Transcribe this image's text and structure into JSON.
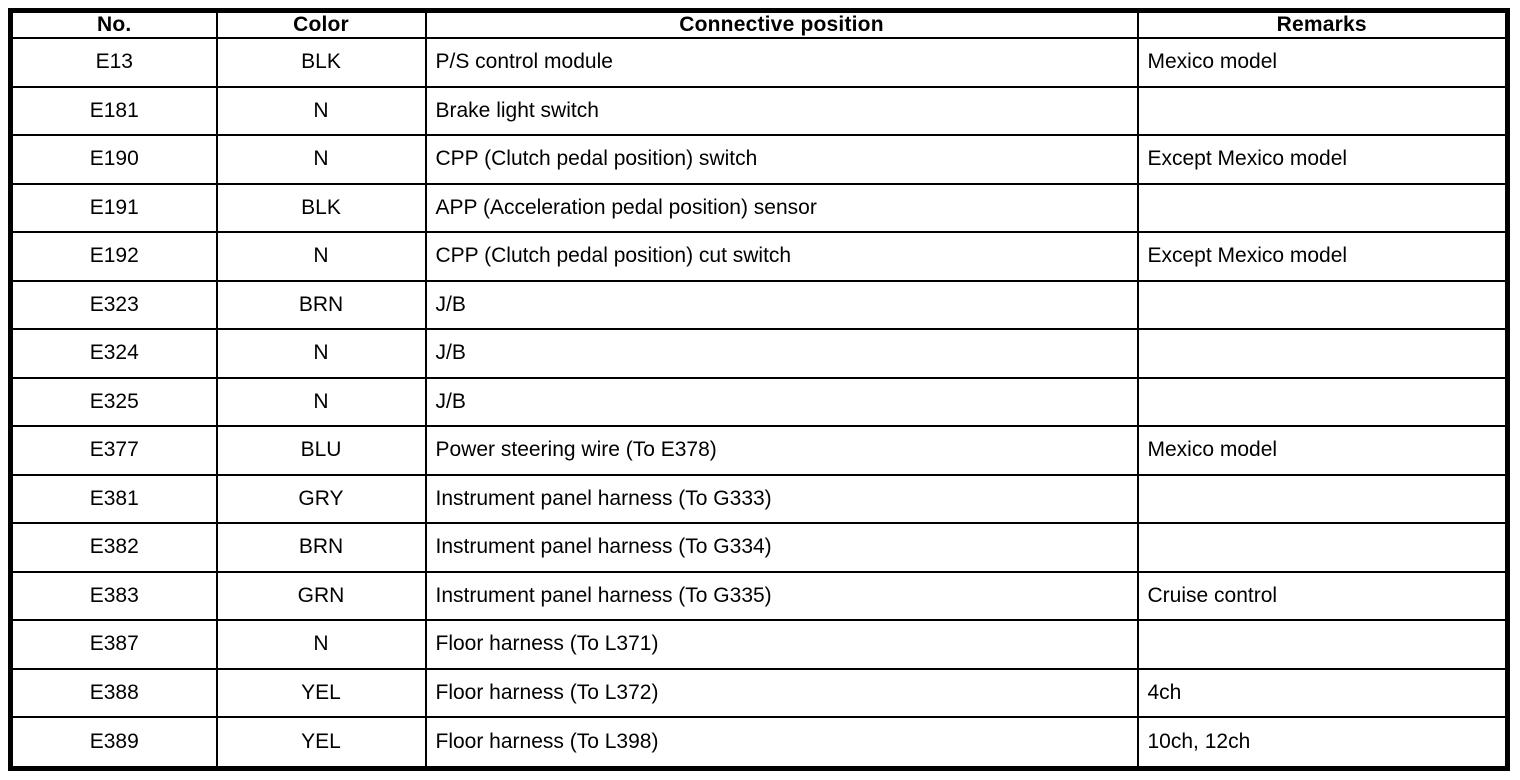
{
  "document": {
    "kind": "connector-list-table",
    "text_color": "#000000",
    "background_color": "#ffffff",
    "border_color": "#000000"
  },
  "header": {
    "no": "No.",
    "color": "Color",
    "position": "Connective position",
    "remarks": "Remarks"
  },
  "rows": [
    {
      "no": "E13",
      "color": "BLK",
      "position": "P/S control module",
      "remarks": "Mexico model"
    },
    {
      "no": "E181",
      "color": "N",
      "position": "Brake light switch",
      "remarks": ""
    },
    {
      "no": "E190",
      "color": "N",
      "position": "CPP (Clutch pedal position) switch",
      "remarks": "Except Mexico model"
    },
    {
      "no": "E191",
      "color": "BLK",
      "position": "APP (Acceleration pedal position) sensor",
      "remarks": ""
    },
    {
      "no": "E192",
      "color": "N",
      "position": "CPP (Clutch pedal position) cut switch",
      "remarks": "Except Mexico model"
    },
    {
      "no": "E323",
      "color": "BRN",
      "position": "J/B",
      "remarks": ""
    },
    {
      "no": "E324",
      "color": "N",
      "position": "J/B",
      "remarks": ""
    },
    {
      "no": "E325",
      "color": "N",
      "position": "J/B",
      "remarks": ""
    },
    {
      "no": "E377",
      "color": "BLU",
      "position": "Power steering wire (To E378)",
      "remarks": "Mexico model"
    },
    {
      "no": "E381",
      "color": "GRY",
      "position": "Instrument panel harness (To G333)",
      "remarks": ""
    },
    {
      "no": "E382",
      "color": "BRN",
      "position": "Instrument panel harness (To G334)",
      "remarks": ""
    },
    {
      "no": "E383",
      "color": "GRN",
      "position": "Instrument panel harness (To G335)",
      "remarks": "Cruise control"
    },
    {
      "no": "E387",
      "color": "N",
      "position": "Floor harness (To L371)",
      "remarks": ""
    },
    {
      "no": "E388",
      "color": "YEL",
      "position": "Floor harness (To L372)",
      "remarks": "4ch"
    },
    {
      "no": "E389",
      "color": "YEL",
      "position": "Floor harness (To L398)",
      "remarks": "10ch, 12ch"
    }
  ]
}
